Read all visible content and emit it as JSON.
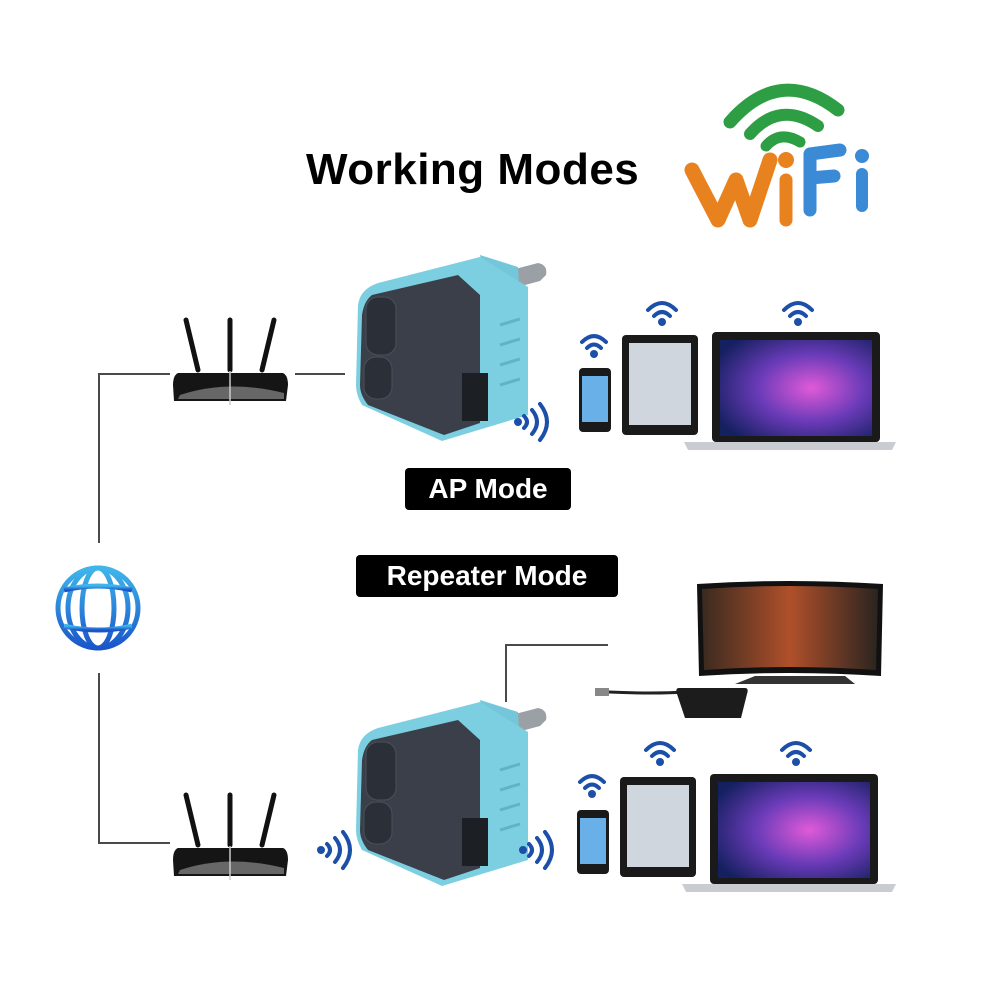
{
  "header": {
    "title": "Working Modes",
    "logo": {
      "text_w": "W",
      "text_i": "i",
      "text_f": "F",
      "text_i2": "i",
      "colors": {
        "arcs": "#2e9e45",
        "wi": "#e8821e",
        "fi": "#3a8ad6"
      }
    }
  },
  "modes": [
    {
      "label": "AP Mode"
    },
    {
      "label": "Repeater Mode"
    }
  ],
  "nodes": {
    "internet": {
      "icon": "globe-icon",
      "color": "#1e7fd8"
    },
    "router_top": {
      "icon": "router-icon"
    },
    "router_bottom": {
      "icon": "router-icon"
    },
    "repeater_top": {
      "icon": "repeater-plug-icon",
      "body_color": "#7ccfe0",
      "face_color": "#3a3f4a"
    },
    "repeater_bottom": {
      "icon": "repeater-plug-icon",
      "body_color": "#7ccfe0",
      "face_color": "#3a3f4a"
    },
    "tv": {
      "icon": "tv-icon"
    },
    "settop_box": {
      "icon": "settop-box-icon"
    }
  },
  "client_devices": [
    "phone",
    "tablet",
    "laptop"
  ],
  "signal_color": "#1b4fa8"
}
